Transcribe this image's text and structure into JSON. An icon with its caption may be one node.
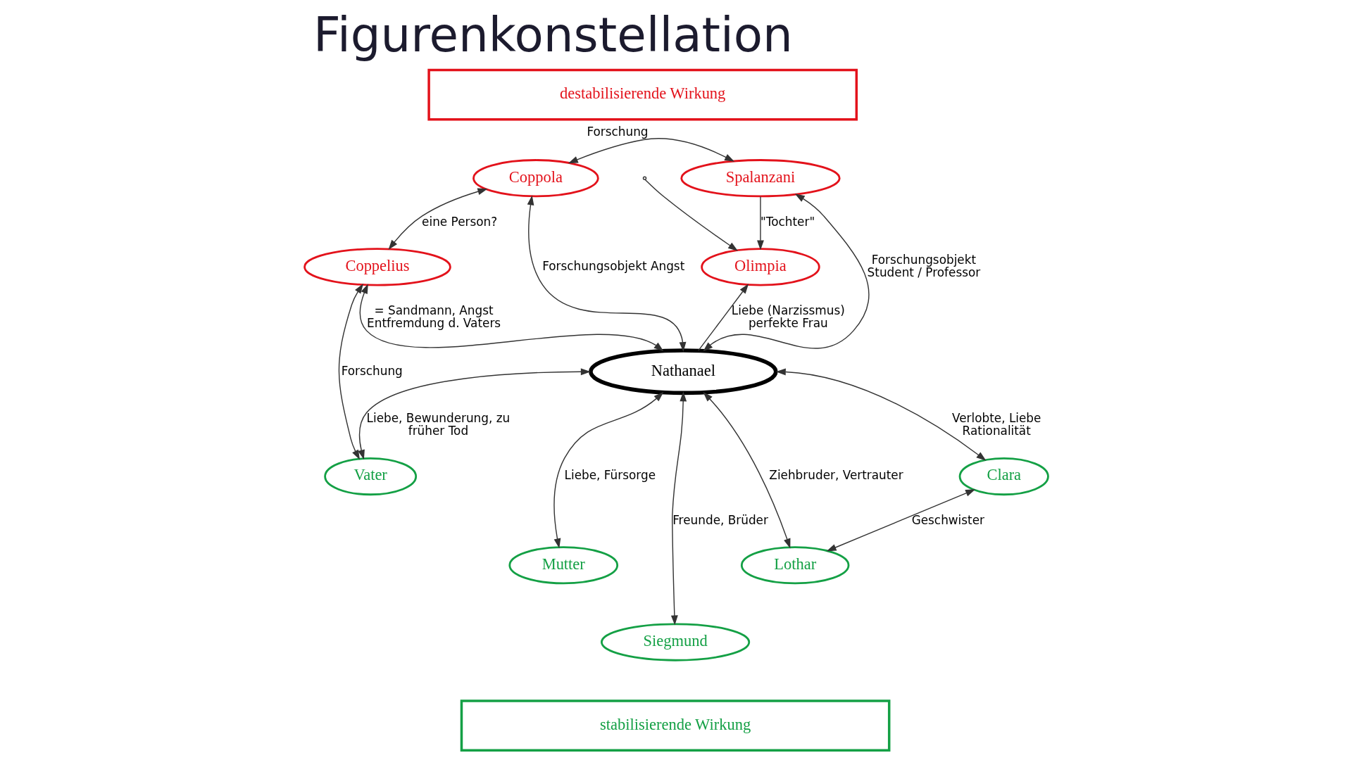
{
  "diagram": {
    "title": "Figurenkonstellation",
    "nodes": [
      {
        "text": [
          "destabilisierende Wirkung"
        ]
      },
      {
        "text": [
          "Coppola"
        ]
      },
      {
        "text": [
          "Spalanzani"
        ]
      },
      {
        "text": [
          "Olimpia"
        ]
      },
      {
        "text": [
          "Coppelius"
        ]
      },
      {
        "text": [
          "Nathanael"
        ]
      },
      {
        "text": [
          "Vater"
        ]
      },
      {
        "text": [
          "Mutter"
        ]
      },
      {
        "text": [
          "Siegmund"
        ]
      },
      {
        "text": [
          "Lothar"
        ]
      },
      {
        "text": [
          "Clara"
        ]
      },
      {
        "text": [
          "stabilisierende Wirkung"
        ]
      }
    ],
    "edges": [
      {
        "from": 1,
        "to": 2,
        "arrow": "both",
        "label": "Forschung"
      },
      {
        "from": null,
        "to": 3,
        "arrow": "to"
      },
      {
        "from": 2,
        "to": 3,
        "arrow": "to",
        "label": "\"Tochter\""
      },
      {
        "from": 1,
        "to": 4,
        "arrow": "both",
        "label": "eine Person?"
      },
      {
        "from": 1,
        "to": 5,
        "arrow": "both",
        "label": "Forschungsobjekt Angst"
      },
      {
        "from": 5,
        "to": 3,
        "arrow": "to",
        "label": "Liebe (Narzissmus) perfekte Frau"
      },
      {
        "from": 2,
        "to": 5,
        "arrow": "both",
        "label": "Forschungsobjekt Student / Professor"
      },
      {
        "from": 4,
        "to": 5,
        "arrow": "both",
        "label": "= Sandmann, Angst Entfremdung d. Vaters"
      },
      {
        "from": 4,
        "to": 6,
        "arrow": "both",
        "label": "Forschung"
      },
      {
        "from": 5,
        "to": 6,
        "arrow": "both",
        "label": "Liebe, Bewunderung, zu früher Tod"
      },
      {
        "from": 5,
        "to": 7,
        "arrow": "both",
        "label": "Liebe, Fürsorge"
      },
      {
        "from": 5,
        "to": 8,
        "arrow": "both",
        "label": "Freunde, Brüder"
      },
      {
        "from": 5,
        "to": 9,
        "arrow": "both",
        "label": "Ziehbruder, Vertrauter"
      },
      {
        "from": 5,
        "to": 10,
        "arrow": "both",
        "label": "Verlobte, Liebe Rationalität"
      },
      {
        "from": 10,
        "to": 9,
        "arrow": "both",
        "label": "Geschwister"
      }
    ]
  }
}
